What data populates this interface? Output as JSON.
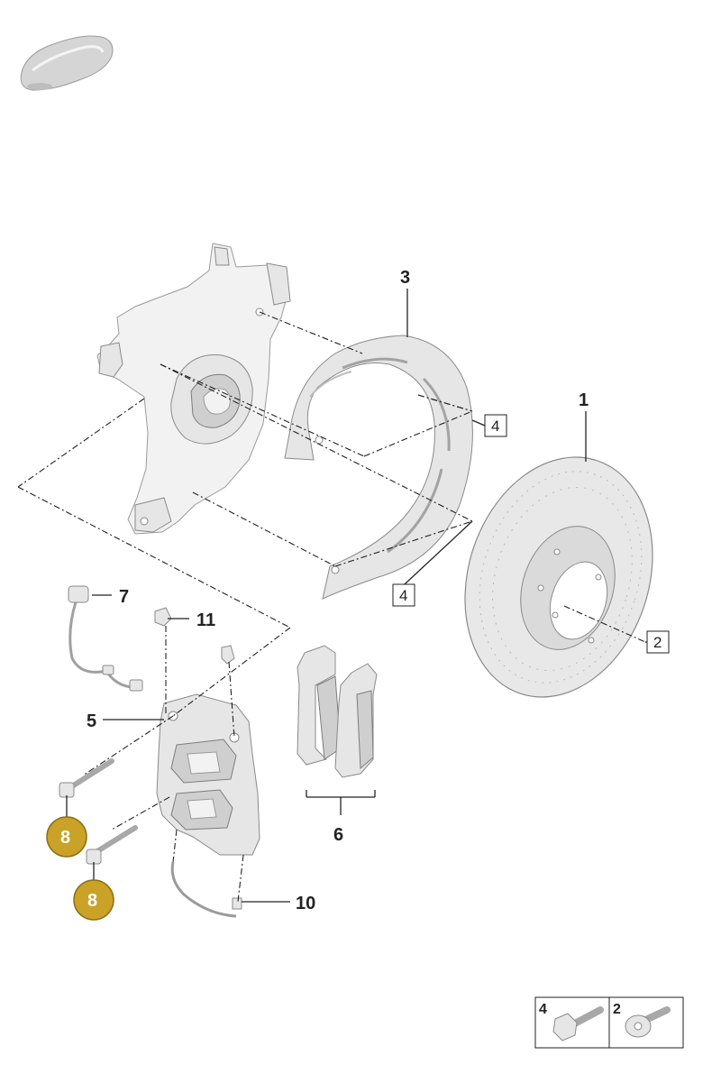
{
  "callouts": [
    {
      "id": "1",
      "label": "1"
    },
    {
      "id": "3",
      "label": "3"
    },
    {
      "id": "5",
      "label": "5"
    },
    {
      "id": "6",
      "label": "6"
    },
    {
      "id": "7",
      "label": "7"
    },
    {
      "id": "10",
      "label": "10"
    },
    {
      "id": "11",
      "label": "11"
    }
  ],
  "boxed_refs": [
    {
      "id": "4a",
      "label": "4"
    },
    {
      "id": "4b",
      "label": "4"
    },
    {
      "id": "2",
      "label": "2"
    }
  ],
  "badges": [
    {
      "id": "8a",
      "label": "8"
    },
    {
      "id": "8b",
      "label": "8"
    }
  ],
  "legend": [
    {
      "id": "4",
      "label": "4"
    },
    {
      "id": "2",
      "label": "2"
    }
  ],
  "colors": {
    "badge_fill": "#c9a227",
    "badge_stroke": "#8c6f12",
    "line": "#222222",
    "part": "#e6e6e6"
  }
}
